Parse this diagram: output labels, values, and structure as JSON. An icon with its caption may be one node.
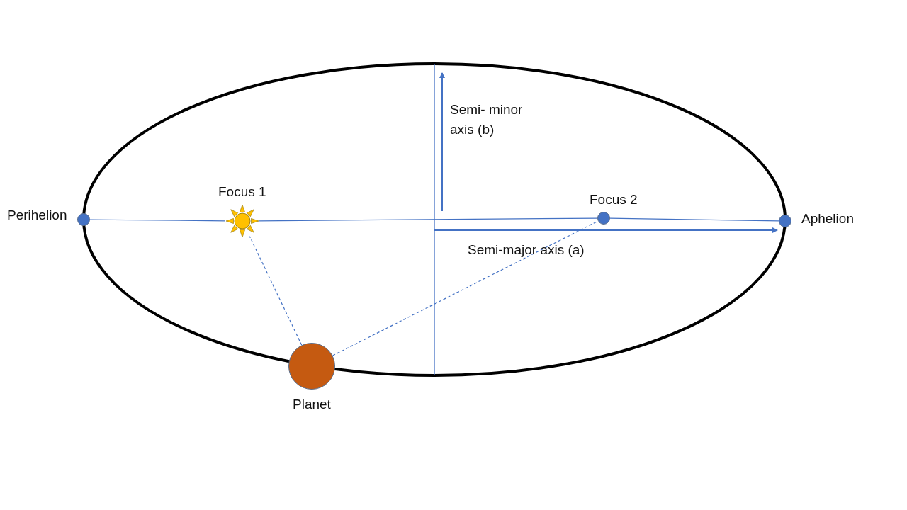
{
  "diagram": {
    "nodes": [
      {
        "text": [],
        "shape": "circle",
        "beside": [
          "Perihelion"
        ]
      },
      {
        "text": [],
        "shape": "sun",
        "beside": [
          "Focus 1"
        ]
      },
      {
        "text": [],
        "shape": "circle",
        "beside": [
          "Focus 2"
        ]
      },
      {
        "text": [],
        "shape": "circle",
        "beside": [
          "Aphelion"
        ]
      },
      {
        "text": [],
        "shape": "circle",
        "beside": [
          "Planet"
        ]
      }
    ],
    "edges": [
      {
        "from": 0,
        "to": 1,
        "arrow": "none"
      },
      {
        "from": 1,
        "to": 2,
        "arrow": "none"
      },
      {
        "from": 2,
        "to": 3,
        "arrow": "none"
      },
      {
        "from": 4,
        "to": 1,
        "arrow": "none",
        "style": "dashed"
      },
      {
        "from": 4,
        "to": 2,
        "arrow": "none",
        "style": "dashed"
      }
    ],
    "labels": [
      "Semi- minor axis (b)",
      "Semi-major axis (a)"
    ]
  }
}
